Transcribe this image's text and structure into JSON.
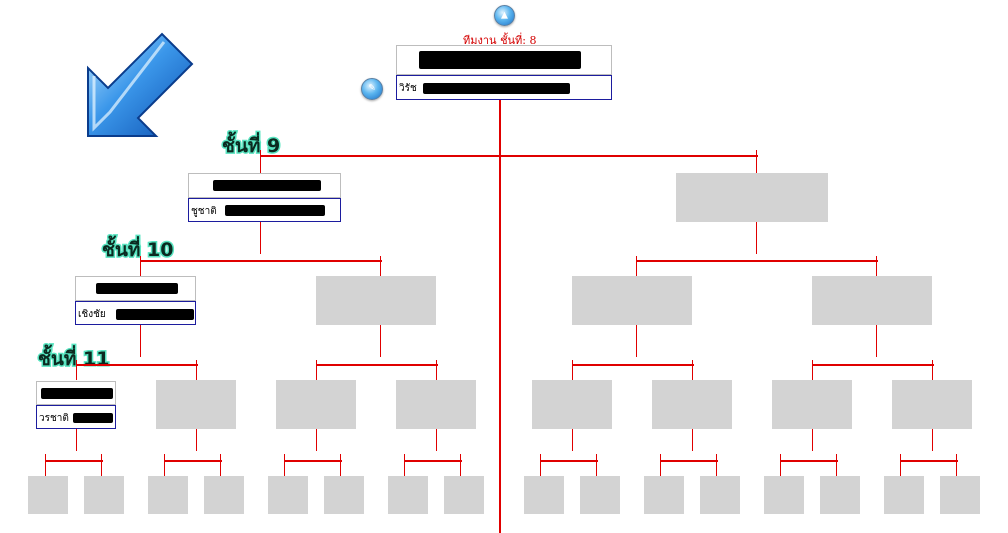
{
  "team_level_label": "ทีมงาน ชั้นที่: 8",
  "level_labels": [
    "ชั้นที่ 9",
    "ชั้นที่ 10",
    "ชั้นที่ 11"
  ],
  "members": [
    {
      "level": 8,
      "name_prefix": "วิรัช"
    },
    {
      "level": 9,
      "name_prefix": "ชูชาติ"
    },
    {
      "level": 10,
      "name_prefix": "เชิงชัย"
    },
    {
      "level": 11,
      "name_prefix": "วรชาติ"
    }
  ],
  "icons": {
    "up": "arrow-up-orb-icon",
    "edit": "edit-orb-icon",
    "big_arrow": "down-left-arrow-icon"
  },
  "colors": {
    "connector": "#e00000",
    "empty_slot": "#d3d3d3",
    "team_label": "#d40000",
    "card_border": "#1c1c9e"
  }
}
